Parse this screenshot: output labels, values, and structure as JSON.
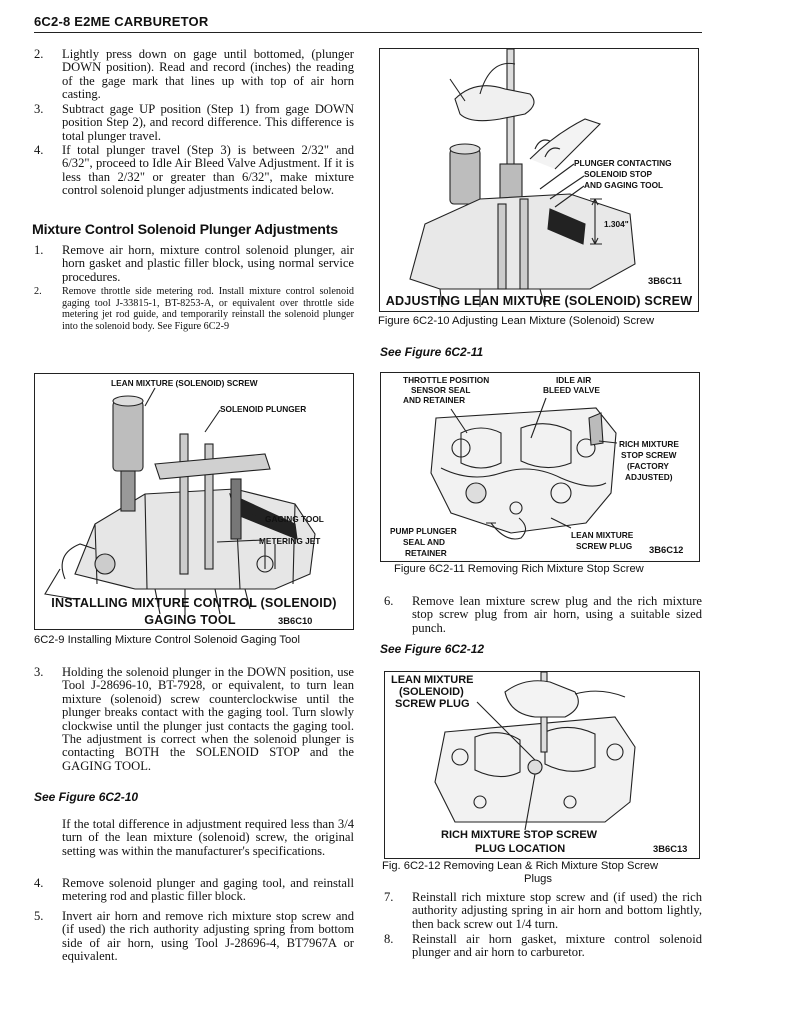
{
  "header": "6C2-8  E2ME CARBURETOR",
  "left_col": {
    "p2_num": "2.",
    "p2": "Lightly press down on gage until bottomed, (plunger DOWN position). Read and record (inches) the reading of the gage mark that lines up with top of air horn casting.",
    "p3_num": "3.",
    "p3": "Subtract gage UP position (Step 1) from gage DOWN position Step 2), and record difference. This difference is total plunger travel.",
    "p4_num": "4.",
    "p4": "If total plunger travel (Step 3) is between 2/32\" and 6/32\", proceed to Idle Air Bleed Valve Adjustment. If it is less than 2/32\" or greater than 6/32\", make mixture control solenoid plunger adjustments indicated below.",
    "heading": "Mixture Control Solenoid Plunger Adjustments",
    "s1_num": "1.",
    "s1": "Remove air horn, mixture control solenoid plunger, air horn gasket and plastic filler block, using normal service procedures.",
    "s2_num": "2.",
    "s2": "Remove throttle side metering rod. Install mixture control solenoid gaging tool J-33815-1, BT-8253-A, or equivalent over throttle side metering jet rod guide, and temporarily reinstall the solenoid plunger into the solenoid body. See Figure 6C2-9",
    "s3_num": "3.",
    "s3": "Holding the solenoid plunger in the DOWN position, use Tool J-28696-10, BT-7928, or equivalent, to turn lean mixture (solenoid) screw counterclockwise until the plunger breaks contact with the gaging tool. Turn slowly clockwise until the plunger just contacts the gaging tool. The adjustment is correct when the solenoid plunger is contacting BOTH the SOLENOID STOP and the GAGING TOOL.",
    "see_fig_10": "See Figure 6C2-10",
    "p_total": "If the total difference in adjustment required less than 3/4 turn of the lean mixture (solenoid) screw, the original setting was within the manufacturer's specifications.",
    "s4_num": "4.",
    "s4": "Remove solenoid plunger and gaging tool, and reinstall metering rod and plastic filler block.",
    "s5_num": "5.",
    "s5": "Invert air horn and remove rich mixture stop screw and (if used) the rich authority adjusting spring from bottom side of air horn, using Tool J-28696-4, BT7967A or equivalent."
  },
  "fig9": {
    "label_screw": "LEAN MIXTURE (SOLENOID) SCREW",
    "label_plunger": "SOLENOID PLUNGER",
    "label_gaging": "GAGING TOOL",
    "label_jet": "METERING JET",
    "title1": "INSTALLING MIXTURE CONTROL (SOLENOID)",
    "title2": "GAGING TOOL",
    "code": "3B6C10",
    "caption": "6C2-9 Installing Mixture Control Solenoid Gaging Tool"
  },
  "fig10": {
    "label_contact_1": "PLUNGER CONTACTING",
    "label_contact_2": "SOLENOID STOP",
    "label_contact_3": "AND GAGING TOOL",
    "dimension": "1.304\"",
    "code": "3B6C11",
    "title": "ADJUSTING LEAN MIXTURE (SOLENOID) SCREW",
    "caption": "Figure 6C2-10 Adjusting Lean Mixture (Solenoid) Screw"
  },
  "right_col": {
    "see_fig_11": "See Figure 6C2-11",
    "s6_num": "6.",
    "s6": "Remove lean mixture screw plug and the rich mixture stop screw plug from air horn, using a suitable sized punch.",
    "see_fig_12": "See Figure 6C2-12",
    "s7_num": "7.",
    "s7": "Reinstall rich mixture stop screw and (if used) the rich authority adjusting spring in air horn and bottom lightly, then back screw out 1/4 turn.",
    "s8_num": "8.",
    "s8": "Reinstall air horn gasket, mixture control solenoid plunger and air horn to carburetor."
  },
  "fig11": {
    "label_tps_1": "THROTTLE POSITION",
    "label_tps_2": "SENSOR SEAL",
    "label_tps_3": "AND RETAINER",
    "label_idle_1": "IDLE AIR",
    "label_idle_2": "BLEED VALVE",
    "label_rich_1": "RICH MIXTURE",
    "label_rich_2": "STOP SCREW",
    "label_rich_3": "(FACTORY",
    "label_rich_4": "ADJUSTED)",
    "label_pump_1": "PUMP PLUNGER",
    "label_pump_2": "SEAL AND",
    "label_pump_3": "RETAINER",
    "label_lean_1": "LEAN MIXTURE",
    "label_lean_2": "SCREW PLUG",
    "code": "3B6C12",
    "caption": "Figure 6C2-11 Removing Rich Mixture Stop Screw"
  },
  "fig12": {
    "label_lean_1": "LEAN MIXTURE",
    "label_lean_2": "(SOLENOID)",
    "label_lean_3": "SCREW PLUG",
    "label_rich_1": "RICH MIXTURE STOP SCREW",
    "label_rich_2": "PLUG LOCATION",
    "code": "3B6C13",
    "caption_1": "Fig. 6C2-12 Removing Lean & Rich Mixture Stop Screw",
    "caption_2": "Plugs"
  }
}
